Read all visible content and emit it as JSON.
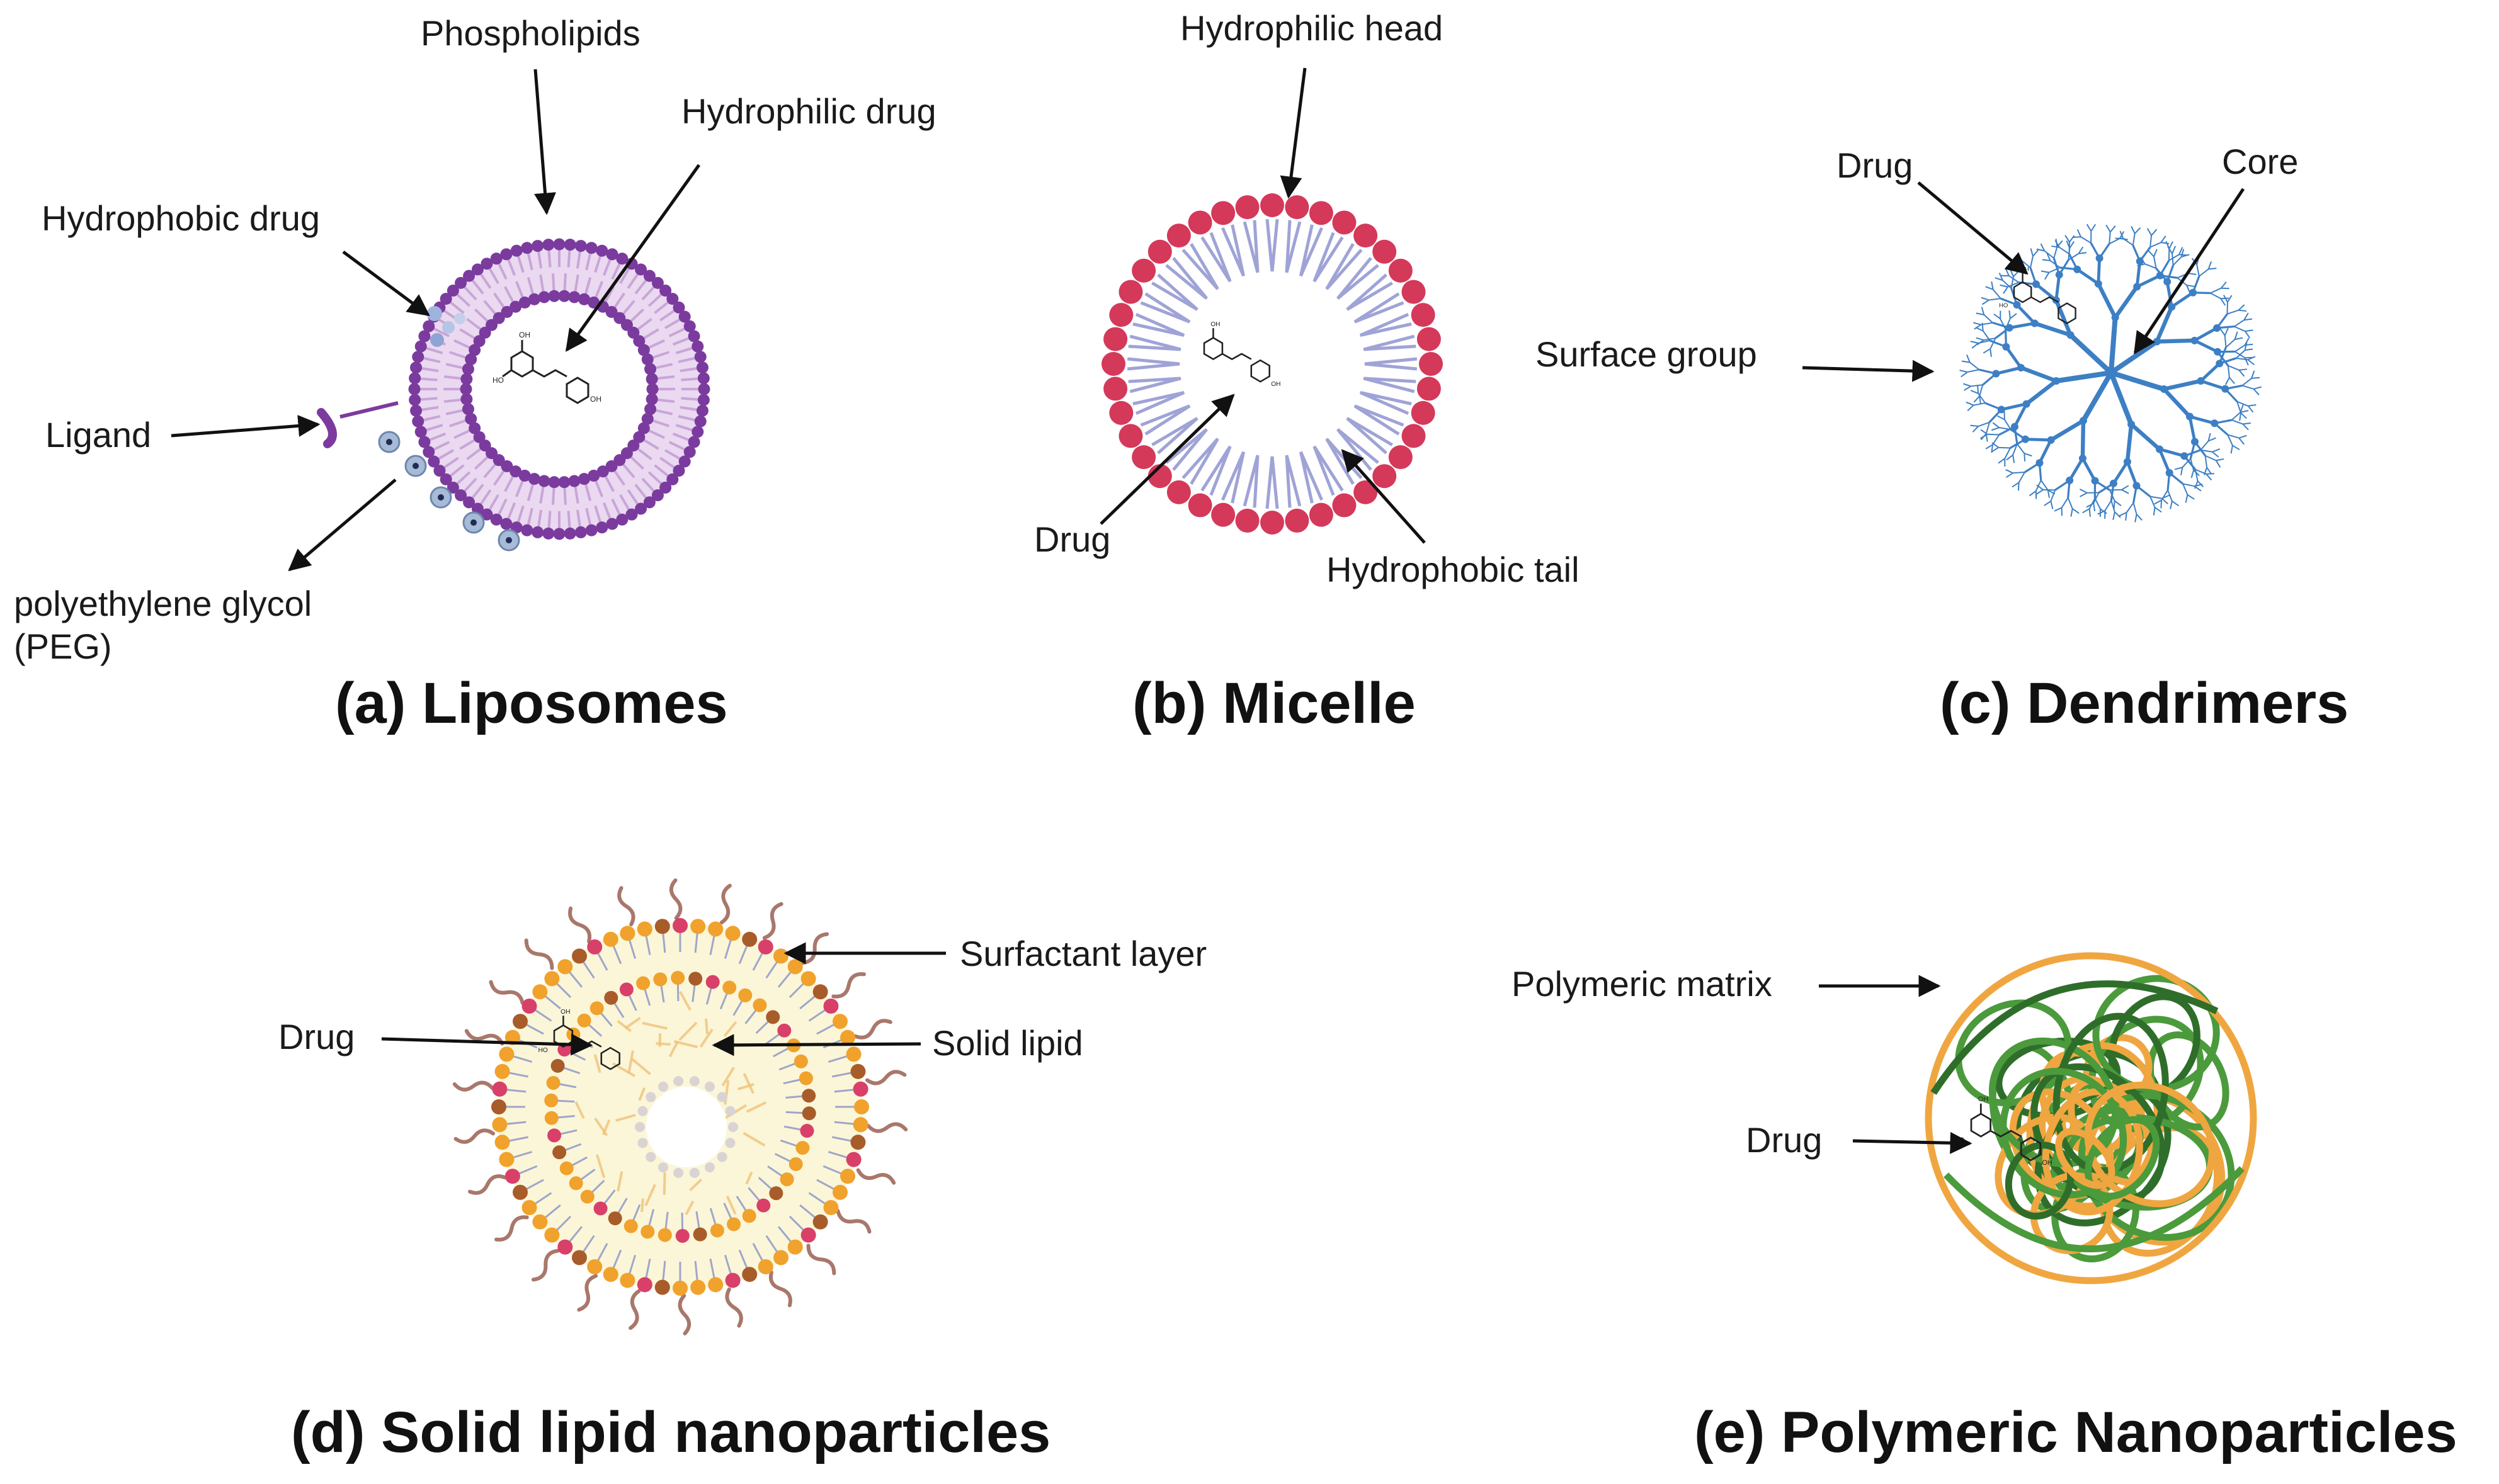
{
  "colors": {
    "liposome_bead": "#7b3b9e",
    "liposome_tail": "#c8a6d6",
    "liposome_fill": "#ead9f1",
    "micelle_head": "#d4395a",
    "micelle_tail": "#9fa3d6",
    "dendrimer": "#3d7fc4",
    "sln_orange": "#f0a22c",
    "sln_brown": "#a85c2a",
    "sln_pink": "#d8406a",
    "sln_fill": "#fbf6d8",
    "peg_wave": "#a9776b",
    "poly_orange": "#f0a640",
    "poly_green": "#4b9a3c",
    "poly_darkgreen": "#2f6e2a"
  },
  "liposome": {
    "title": "(a) Liposomes",
    "labels": {
      "phospholipids": "Phospholipids",
      "hydrophilic_drug": "Hydrophilic drug",
      "hydrophobic_drug": "Hydrophobic drug",
      "ligand": "Ligand",
      "peg_line1": "polyethylene glycol",
      "peg_line2": "(PEG)"
    }
  },
  "micelle": {
    "title": "(b) Micelle",
    "labels": {
      "hydrophilic_head": "Hydrophilic head",
      "drug": "Drug",
      "hydrophobic_tail": "Hydrophobic tail"
    }
  },
  "dendrimer": {
    "title": "(c) Dendrimers",
    "labels": {
      "drug": "Drug",
      "core": "Core",
      "surface_group": "Surface group"
    }
  },
  "sln": {
    "title": "(d) Solid lipid nanoparticles",
    "labels": {
      "surfactant_layer": "Surfactant layer",
      "drug": "Drug",
      "solid_lipid": "Solid lipid"
    }
  },
  "polymeric": {
    "title": "(e) Polymeric Nanoparticles",
    "labels": {
      "polymeric_matrix": "Polymeric matrix",
      "drug": "Drug"
    }
  },
  "molecule_atoms": {
    "oh": "OH",
    "ho": "HO"
  }
}
